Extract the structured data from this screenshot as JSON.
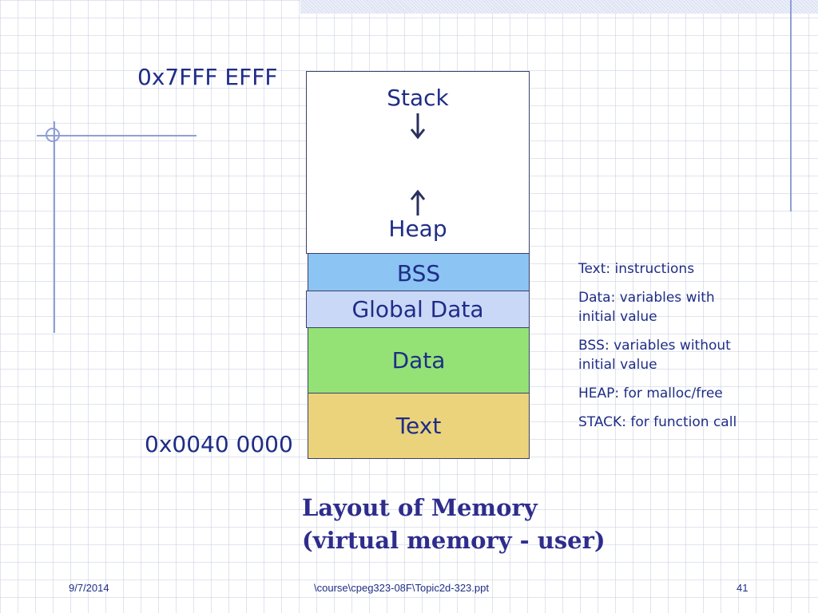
{
  "diagram": {
    "top_address": "0x7FFF EFFF",
    "bottom_address": "0x0040 0000",
    "segments": {
      "stack": "Stack",
      "heap": "Heap",
      "bss": "BSS",
      "global_data": "Global Data",
      "data": "Data",
      "text": "Text"
    },
    "colors": {
      "bss": "#8cc4f3",
      "global_data": "#cad8f8",
      "data": "#94e276",
      "text": "#ebd37b",
      "label": "#1f2d86"
    }
  },
  "notes": [
    "Text: instructions",
    "Data: variables with initial value",
    "BSS: variables without initial value",
    "HEAP: for malloc/free",
    "STACK: for function call"
  ],
  "caption": {
    "line1": "Layout of Memory",
    "line2": "(virtual memory - user)"
  },
  "footer": {
    "date": "9/7/2014",
    "path": "\\course\\cpeg323-08F\\Topic2d-323.ppt",
    "page": "41"
  }
}
